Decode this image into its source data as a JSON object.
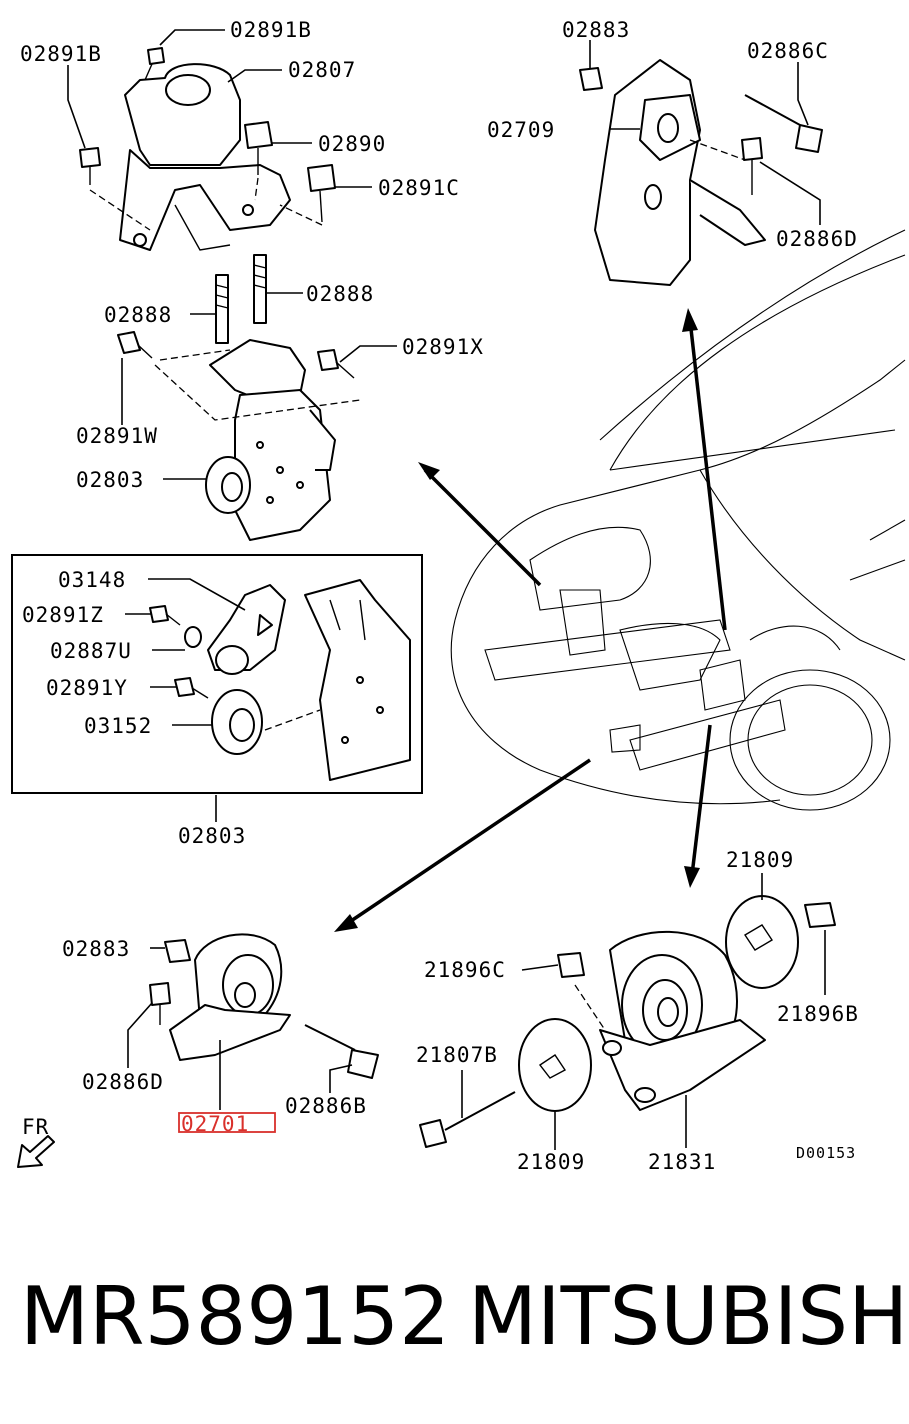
{
  "labels": {
    "engine_mount_top": [
      "02891B",
      "02891B",
      "02807",
      "02890",
      "02891C"
    ],
    "engine_mount_mid": [
      "02888",
      "02888",
      "02891X",
      "02891W",
      "02803"
    ],
    "inset": [
      "03148",
      "02891Z",
      "02887U",
      "02891Y",
      "03152"
    ],
    "inset_caption": "02803",
    "rear_mount": [
      "02883",
      "02886C",
      "02709",
      "02886D"
    ],
    "front_mount": [
      "02883",
      "02886D",
      "02886B"
    ],
    "front_mount_highlighted": "02701",
    "trans_mount": [
      "21809",
      "21896C",
      "21896B",
      "21807B",
      "21809",
      "21831"
    ],
    "direction": "FR",
    "diagram_code": "D00153"
  },
  "footer": {
    "part_number": "MR589152",
    "brand": "MITSUBISHI"
  },
  "colors": {
    "line": "#000000",
    "highlight": "#d9302b",
    "background": "#ffffff"
  }
}
